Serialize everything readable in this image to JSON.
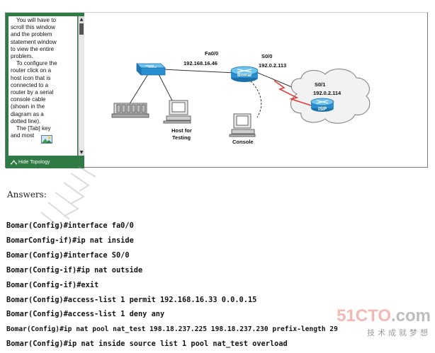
{
  "side_panel": {
    "lines": [
      "You will have to",
      "scroll this window",
      "and the problem",
      "statement window",
      "to view the entire",
      "problem.",
      "To configure the",
      "router click on a",
      "host icon that is",
      "connected to a",
      "router by a serial",
      "console cable",
      "(shown in the",
      "diagram as a",
      "dotted line).",
      "The [Tab] key",
      "and most"
    ],
    "topology_button": "Hide Topology",
    "accent_color": "#2f7a45"
  },
  "diagram": {
    "fa_interface": "Fa0/0",
    "fa_ip": "192.168.16.46",
    "router_name": "Bomar",
    "s0_interface": "S0/0",
    "s0_ip": "192.0.2.113",
    "s1_interface": "S0/1",
    "s1_ip": "192.0.2.114",
    "isp_name": "ISP",
    "host_label_line1": "Host for",
    "host_label_line2": "Testing",
    "console_label": "Console",
    "device_color": "#2a8fd0"
  },
  "answers": {
    "label": "Answers:",
    "commands": [
      "Bomar(Config)#interface fa0/0",
      "BomarConfig-if)#ip nat inside",
      "Bomar(Config)#interface S0/0",
      "Bomar(Config-if)#ip nat outside",
      "Bomar(Config-if)#exit",
      "Bomar(Config)#access-list 1 permit 192.168.16.33 0.0.0.15",
      "Bomar(Config)#access-list 1 deny any",
      "Bomar(Config)#ip nat pool nat_test 198.18.237.225 198.18.237.230 prefix-length 29",
      "Bomar(Config)#ip nat inside source list 1 pool nat_test overload"
    ]
  },
  "watermark": {
    "logo_main": "51CTO",
    "logo_suffix": ".com",
    "slogan": "技术成就梦想"
  }
}
